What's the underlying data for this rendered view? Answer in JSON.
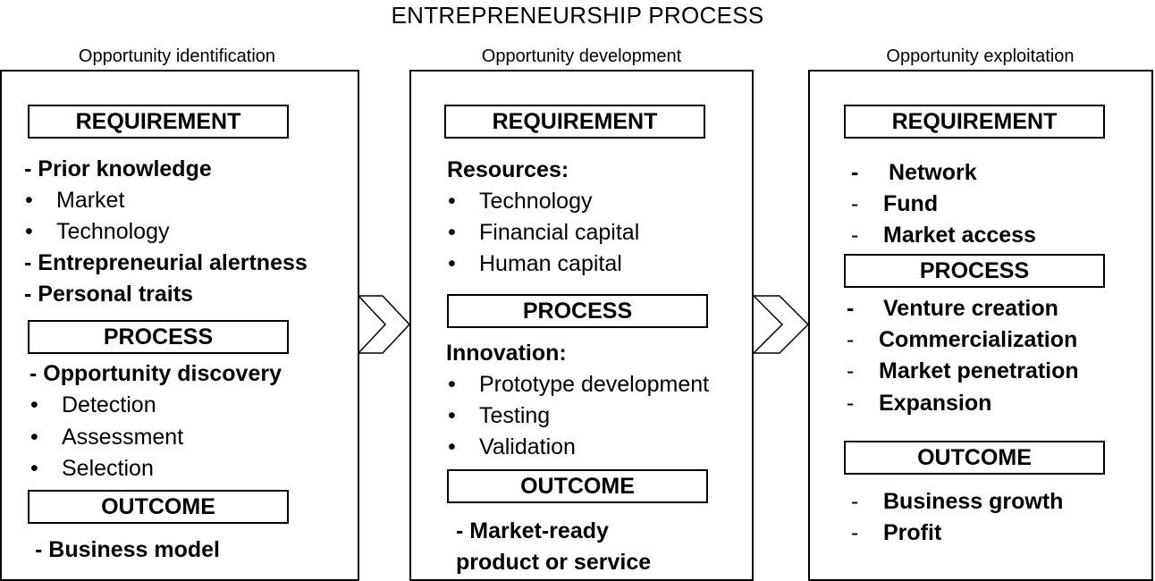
{
  "title": "ENTREPRENEURSHIP PROCESS",
  "columns": [
    {
      "heading": "Opportunity identification",
      "requirement_label": "REQUIREMENT",
      "process_label": "PROCESS",
      "outcome_label": "OUTCOME",
      "req1": "- Prior knowledge",
      "req1_items": [
        "Market",
        "Technology"
      ],
      "req2": "- Entrepreneurial alertness",
      "req3": "- Personal traits",
      "proc1": "- Opportunity discovery",
      "proc_items": [
        "Detection",
        "Assessment",
        "Selection"
      ],
      "outcome1": "- Business model"
    },
    {
      "heading": "Opportunity development",
      "requirement_label": "REQUIREMENT",
      "process_label": "PROCESS",
      "outcome_label": "OUTCOME",
      "req_head": "Resources:",
      "req_items": [
        "Technology",
        "Financial capital",
        "Human capital"
      ],
      "proc_head": "Innovation:",
      "proc_items": [
        "Prototype development",
        "Testing",
        "Validation"
      ],
      "outcome_lines": [
        "- Market-ready",
        "product or service"
      ]
    },
    {
      "heading": "Opportunity exploitation",
      "requirement_label": "REQUIREMENT",
      "process_label": "PROCESS",
      "outcome_label": "OUTCOME",
      "req_items": [
        "Network",
        "Fund",
        "Market access"
      ],
      "proc_items": [
        "Venture creation",
        "Commercialization",
        "Market penetration",
        "Expansion"
      ],
      "outcome_items": [
        "Business growth",
        "Profit"
      ]
    }
  ],
  "bullet": "•",
  "dash": "-"
}
